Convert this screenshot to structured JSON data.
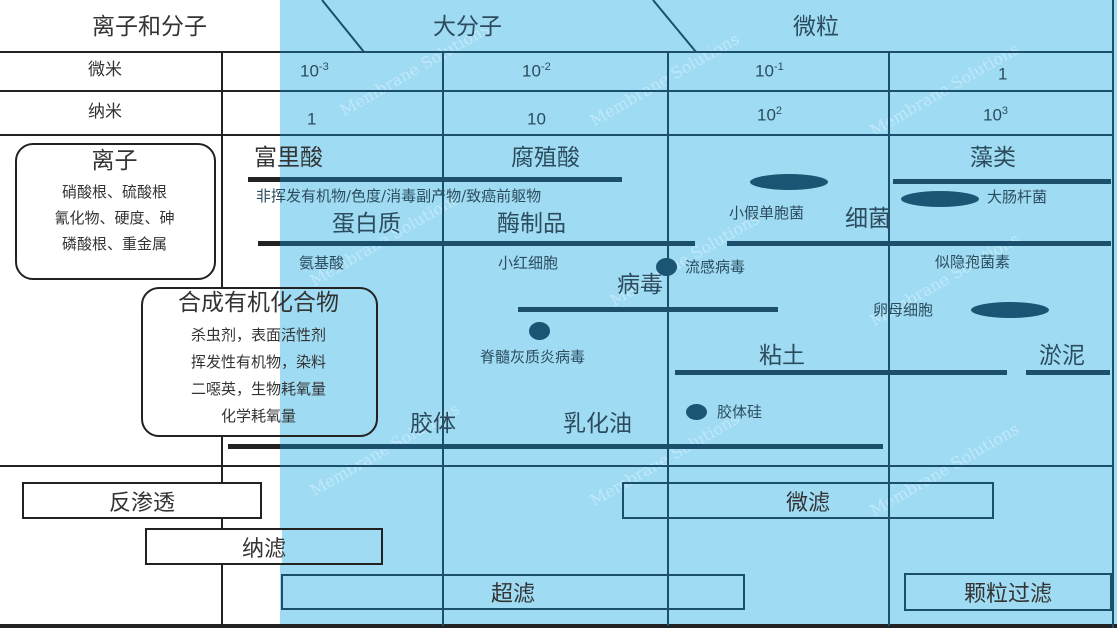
{
  "diagram": {
    "header": {
      "ions_molecules": "离子和分子",
      "macromolecules": "大分子",
      "particles": "微粒"
    },
    "scale_rows": {
      "micron_label": "微米",
      "nanometer_label": "纳米",
      "micron_values": [
        {
          "base": "10",
          "exp": "-3"
        },
        {
          "base": "10",
          "exp": "-2"
        },
        {
          "base": "10",
          "exp": "-1"
        },
        {
          "base": "1",
          "exp": ""
        }
      ],
      "nanometer_values": [
        {
          "base": "1",
          "exp": ""
        },
        {
          "base": "10",
          "exp": ""
        },
        {
          "base": "10",
          "exp": "2"
        },
        {
          "base": "10",
          "exp": "3"
        }
      ]
    },
    "ion_box": {
      "title": "离子",
      "lines": [
        "硝酸根、硫酸根",
        "氰化物、硬度、砷",
        "磷酸根、重金属"
      ]
    },
    "synthetic_box": {
      "title": "合成有机化合物",
      "lines": [
        "杀虫剂，表面活性剂",
        "挥发性有机物，染料",
        "二噁英，生物耗氧量",
        "化学耗氧量"
      ]
    },
    "substances": {
      "fulvic_acid": "富里酸",
      "humic_acid": "腐殖酸",
      "nonvolatile": "非挥发有机物/色度/消毒副产物/致癌前躯物",
      "protein": "蛋白质",
      "enzymes": "酶制品",
      "amino_acid": "氨基酸",
      "red_cell": "小红细胞",
      "influenza": "流感病毒",
      "virus": "病毒",
      "polio": "脊髓灰质炎病毒",
      "pseudomonas": "小假单胞菌",
      "bacteria": "细菌",
      "algae": "藻类",
      "ecoli": "大肠杆菌",
      "crypto": "似隐孢菌素",
      "yeast": "卵母细胞",
      "clay": "粘土",
      "silt": "淤泥",
      "colloid": "胶体",
      "emulsion": "乳化油",
      "colloidal_silica": "胶体硅"
    },
    "processes": {
      "ro": "反渗透",
      "nf": "纳滤",
      "uf": "超滤",
      "mf": "微滤",
      "particle_filtration": "颗粒过滤"
    },
    "watermark": "Membrane Solutions",
    "colors": {
      "blue_bg": "#9fdcf4",
      "dark_line": "#1b4f6b",
      "black_line": "#222222"
    }
  }
}
